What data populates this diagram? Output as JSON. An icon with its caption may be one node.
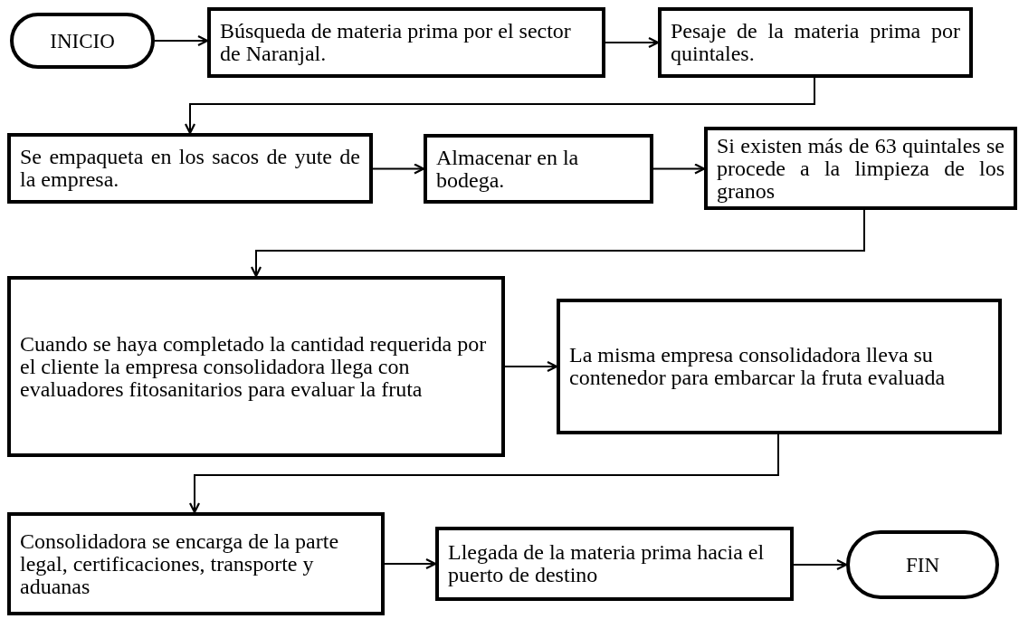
{
  "diagram": {
    "nodes": [
      {
        "text": [
          "INICIO"
        ]
      },
      {
        "text": [
          "Búsqueda de materia prima por el sector de Naranjal."
        ]
      },
      {
        "text": [
          "Pesaje de la materia prima por quintales."
        ]
      },
      {
        "text": [
          "Se empaqueta en los sacos de yute de la empresa."
        ]
      },
      {
        "text": [
          "Almacenar en la bodega."
        ]
      },
      {
        "text": [
          "Si existen más de 63 quintales se procede a la limpieza de los granos"
        ]
      },
      {
        "text": [
          "Cuando se haya completado la cantidad requerida por el cliente la empresa consolidadora llega con evaluadores fitosanitarios para evaluar la fruta"
        ]
      },
      {
        "text": [
          "La misma empresa consolidadora lleva su contenedor para embarcar la fruta evaluada"
        ]
      },
      {
        "text": [
          "Consolidadora se encarga de la parte legal, certificaciones, transporte y aduanas"
        ]
      },
      {
        "text": [
          "Llegada de la materia prima hacia el puerto de destino"
        ]
      },
      {
        "text": [
          "FIN"
        ]
      }
    ],
    "edges": [
      {
        "from": 0,
        "to": 1,
        "arrow": "to"
      },
      {
        "from": 1,
        "to": 2,
        "arrow": "to"
      },
      {
        "from": 2,
        "to": 3,
        "arrow": "to"
      },
      {
        "from": 3,
        "to": 4,
        "arrow": "to"
      },
      {
        "from": 4,
        "to": 5,
        "arrow": "to"
      },
      {
        "from": 5,
        "to": 6,
        "arrow": "to"
      },
      {
        "from": 6,
        "to": 7,
        "arrow": "to"
      },
      {
        "from": 7,
        "to": 8,
        "arrow": "to"
      },
      {
        "from": 8,
        "to": 9,
        "arrow": "to"
      },
      {
        "from": 9,
        "to": 10,
        "arrow": "to"
      }
    ]
  }
}
